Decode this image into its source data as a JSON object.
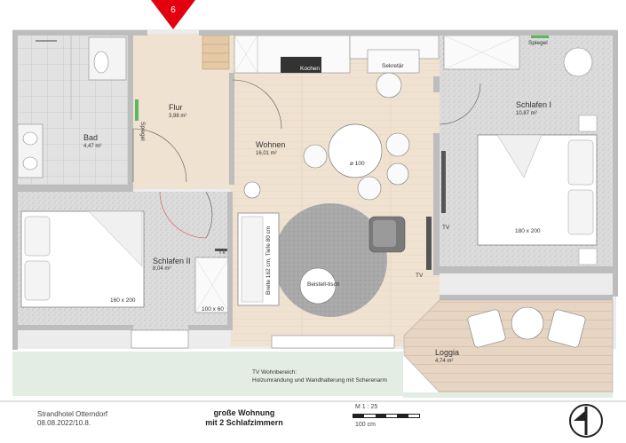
{
  "entrance_number": "6",
  "rooms": {
    "bad": {
      "name": "Bad",
      "area": "4,47 m²"
    },
    "flur": {
      "name": "Flur",
      "area": "3,98 m²"
    },
    "wohnen": {
      "name": "Wohnen",
      "area": "16,01 m²"
    },
    "schlafen1": {
      "name": "Schlafen I",
      "area": "10,87 m²"
    },
    "schlafen2": {
      "name": "Schlafen II",
      "area": "8,04 m²"
    },
    "loggia": {
      "name": "Loggia",
      "area": "4,74 m²"
    }
  },
  "furniture": {
    "spiegel_flur": "Spiegel",
    "spiegel_schlafen": "Spiegel",
    "kochen": "Kochen",
    "sekretaer": "Sekretär",
    "table_size": "ø 100",
    "sofa_size": "Breite 162 cm, Tiefe 80 cm",
    "beistelltisch": "Beistell-tisch",
    "bed1_size": "180 x 200",
    "bed2_size": "160 x 200",
    "wardrobe_size": "100 x 60",
    "tv1": "TV",
    "tv2": "TV",
    "tv3": "TV"
  },
  "note": {
    "line1": "TV Wohnbereich:",
    "line2": "Holzumrandung und Wandhalterung mit Scherenarm"
  },
  "title_block": {
    "hotel": "Strandhotel Otterndorf",
    "date": "08.08.2022/10.8.",
    "plan_title_1": "große Wohnung",
    "plan_title_2": "mit 2 Schlafzimmern",
    "scale": "M 1 : 25",
    "scale_length": "100 cm"
  }
}
